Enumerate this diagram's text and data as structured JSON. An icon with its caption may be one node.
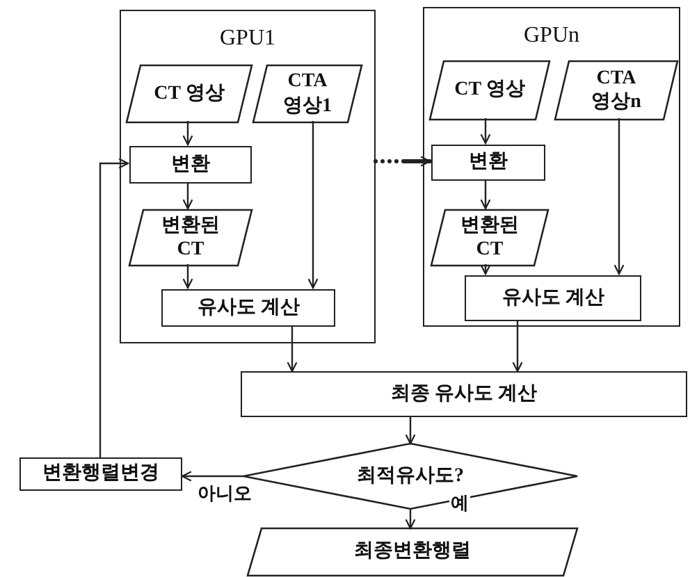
{
  "diagram": {
    "nodes": [
      {
        "text": [
          "GPU1"
        ]
      },
      {
        "text": [
          "CT 영상"
        ],
        "in": 0
      },
      {
        "text": [
          "CTA 영상1"
        ],
        "in": 0
      },
      {
        "text": [
          "변환"
        ],
        "in": 0
      },
      {
        "text": [
          "변환된 CT"
        ],
        "in": 0
      },
      {
        "text": [
          "유사도 계산"
        ],
        "in": 0
      },
      {
        "text": [
          "GPUn"
        ]
      },
      {
        "text": [
          "CT 영상"
        ],
        "in": 6
      },
      {
        "text": [
          "CTA 영상n"
        ],
        "in": 6
      },
      {
        "text": [
          "변환"
        ],
        "in": 6
      },
      {
        "text": [
          "변환된 CT"
        ],
        "in": 6
      },
      {
        "text": [
          "유사도 계산"
        ],
        "in": 6
      },
      {
        "text": [
          "최종 유사도 계산"
        ]
      },
      {
        "text": [
          "최적유사도?"
        ]
      },
      {
        "text": [
          "변환행렬변경"
        ]
      },
      {
        "text": [
          "최종변환행렬"
        ]
      }
    ],
    "edges": [
      {
        "from": 1,
        "to": 3,
        "arrow": "to"
      },
      {
        "from": 3,
        "to": 4,
        "arrow": "to"
      },
      {
        "from": 4,
        "to": 5,
        "arrow": "to"
      },
      {
        "from": 2,
        "to": 5,
        "arrow": "to"
      },
      {
        "from": 7,
        "to": 9,
        "arrow": "to"
      },
      {
        "from": 9,
        "to": 10,
        "arrow": "to"
      },
      {
        "from": 10,
        "to": 11,
        "arrow": "to"
      },
      {
        "from": 8,
        "to": 11,
        "arrow": "to"
      },
      {
        "from": 5,
        "to": 12,
        "arrow": "to"
      },
      {
        "from": 11,
        "to": 12,
        "arrow": "to"
      },
      {
        "from": 12,
        "to": 13,
        "arrow": "to"
      },
      {
        "from": 13,
        "to": 14,
        "label": "아니오",
        "arrow": "to"
      },
      {
        "from": 13,
        "to": 15,
        "label": "예",
        "arrow": "to"
      },
      {
        "from": 14,
        "to": 3,
        "arrow": "to"
      },
      {
        "from": 0,
        "to": 9,
        "arrow": "to",
        "style": "dashed"
      }
    ]
  }
}
